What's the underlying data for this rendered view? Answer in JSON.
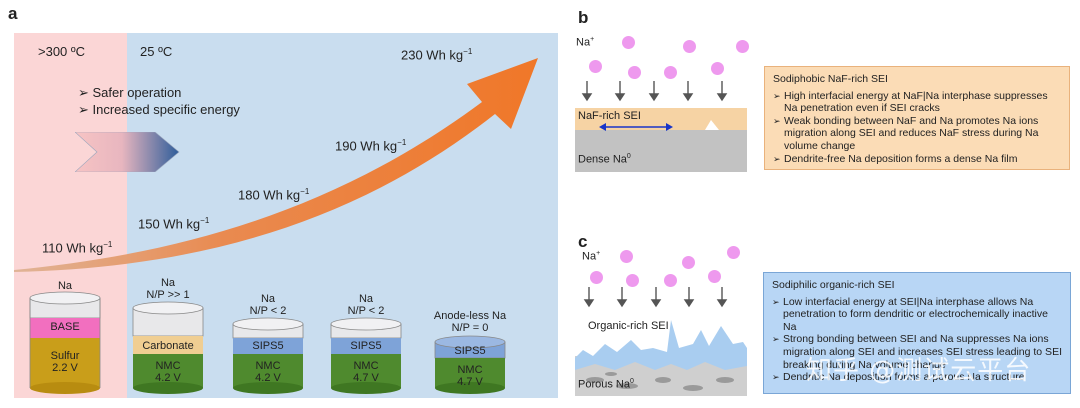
{
  "panel_a": {
    "letter": "a",
    "temp_high": ">300 ºC",
    "temp_room": "25 ºC",
    "bullets": [
      "Safer operation",
      "Increased specific energy"
    ],
    "energy_labels": [
      "110 Wh kg",
      "150 Wh kg",
      "180 Wh kg",
      "190 Wh kg",
      "230 Wh kg"
    ],
    "energy_superscript": "−1",
    "colors": {
      "hot_bg": "#fbd6d6",
      "cool_bg": "#c9ddef",
      "arrow": "#f08a3c"
    },
    "cells": [
      {
        "title": "Na",
        "sub": "",
        "layers": [
          "BASE",
          "Sulfur",
          "2.2 V"
        ]
      },
      {
        "title": "Na",
        "sub": "N/P >> 1",
        "layers": [
          "Carbonate",
          "NMC",
          "4.2 V"
        ]
      },
      {
        "title": "Na",
        "sub": "N/P < 2",
        "layers": [
          "SIPS5",
          "NMC",
          "4.2 V"
        ]
      },
      {
        "title": "Na",
        "sub": "N/P < 2",
        "layers": [
          "SIPS5",
          "NMC",
          "4.7 V"
        ]
      },
      {
        "title": "Anode-less Na",
        "sub": "N/P = 0",
        "layers": [
          "SIPS5",
          "NMC",
          "4.7 V"
        ]
      }
    ]
  },
  "panel_b": {
    "letter": "b",
    "ion": "Na",
    "ion_sup": "+",
    "layer_label": "NaF-rich SEI",
    "metal_label": "Dense Na",
    "metal_sup": "0",
    "box_title": "Sodiphobic NaF-rich SEI",
    "box_items": [
      "High interfacial energy at NaF|Na interphase suppresses Na penetration even if SEI cracks",
      "Weak bonding between NaF and Na promotes Na ions migration along SEI and reduces NaF stress during Na volume change",
      "Dendrite-free Na deposition forms a dense Na film"
    ]
  },
  "panel_c": {
    "letter": "c",
    "ion": "Na",
    "ion_sup": "+",
    "layer_label": "Organic-rich SEI",
    "metal_label": "Porous Na",
    "metal_sup": "0",
    "box_title": "Sodiphilic organic-rich SEI",
    "box_items": [
      "Low interfacial energy at SEI|Na interphase allows Na penetration to form dendritic or electrochemically inactive Na",
      "Strong bonding between SEI and Na suppresses Na ions migration along SEI and increases SEI stress leading to SEI breaking during Na volume change",
      "Dendritic Na deposition forms a porous Na structure"
    ]
  },
  "watermark": "知乎 @测试云平台"
}
